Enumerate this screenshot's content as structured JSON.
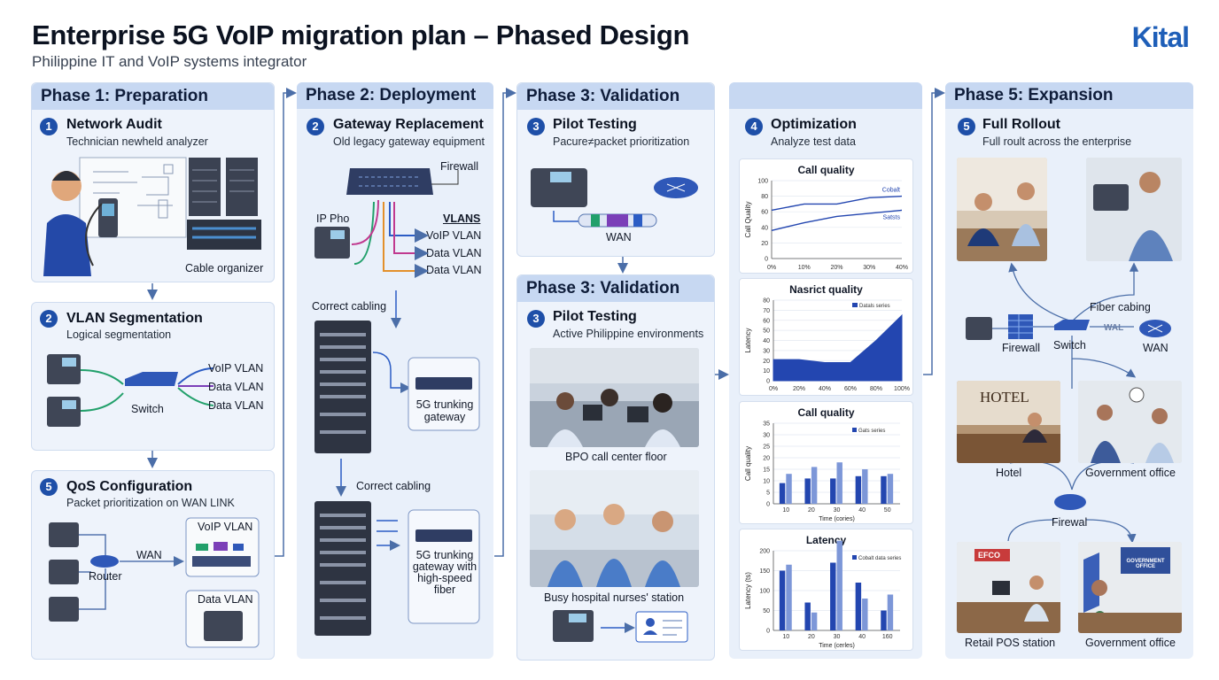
{
  "header": {
    "title": "Enterprise 5G VoIP migration plan – Phased Design",
    "subtitle": "Philippine IT and VoIP systems integrator",
    "logo": "Kital"
  },
  "phase1": {
    "heading": "Phase 1: Preparation",
    "audit": {
      "num": "1",
      "title": "Network Audit",
      "sub": "Technician newheld analyzer",
      "cable_label": "Cable organizer"
    },
    "vlan": {
      "num": "2",
      "title": "VLAN Segmentation",
      "sub": "Logical segmentation",
      "switch": "Switch",
      "voip": "VoIP VLAN",
      "data1": "Data VLAN",
      "data2": "Data VLAN"
    },
    "qos": {
      "num": "5",
      "title": "QoS Configuration",
      "sub": "Packet prioritization on WAN LINK",
      "router": "Router",
      "wan": "WAN",
      "voip_vlan": "VoIP VLAN",
      "data_vlan": "Data VLAN"
    }
  },
  "phase2": {
    "heading": "Phase 2: Deployment",
    "num": "2",
    "title": "Gateway Replacement",
    "sub": "Old legacy gateway equipment",
    "firewall": "Firewall",
    "ip_phone": "IP Pho",
    "vlans_title": "VLANS",
    "vlan_items": [
      "VoIP VLAN",
      "Data VLAN",
      "Data VLAN"
    ],
    "cabling1": "Correct cabling",
    "gw1": "5G trunking gateway",
    "cabling2": "Correct cabling",
    "gw2": "5G trunking gateway with high-speed fiber"
  },
  "phase3a": {
    "heading": "Phase 3: Validation",
    "num": "3",
    "title": "Pilot Testing",
    "sub": "Pacure≠packet prioritization",
    "wan": "WAN"
  },
  "phase3b": {
    "heading": "Phase 3: Validation",
    "num": "3",
    "title": "Pilot Testing",
    "sub": "Active Philippine environments",
    "photo1": "BPO call center floor",
    "photo2": "Busy hospital nurses' station"
  },
  "phase4": {
    "num": "4",
    "title": "Optimization",
    "sub": "Analyze test data"
  },
  "phase5": {
    "heading": "Phase 5: Expansion",
    "num": "5",
    "title": "Full Rollout",
    "sub": "Full roult across the enterprise",
    "fiber": "Fiber cabing",
    "firewall": "Firewall",
    "switch": "Switch",
    "wal": "WAL",
    "wan": "WAN",
    "hotel_sign": "HOTEL",
    "hotel": "Hotel",
    "gov1": "Government office",
    "firewal2": "Firewal",
    "retail": "Retail POS station",
    "gov2": "Government office",
    "retail_sign": "EFCO",
    "gov_sign": "GOVERNMENT OFFICE"
  },
  "chart_data": [
    {
      "type": "line",
      "title": "Call quality",
      "ylabel": "Call Quality",
      "x": [
        "0%",
        "10%",
        "20%",
        "30%",
        "40%"
      ],
      "ylim": [
        0,
        100
      ],
      "yticks": [
        "0",
        "20",
        "40",
        "60",
        "80",
        "100"
      ],
      "series": [
        {
          "name": "Cobalt",
          "values": [
            62,
            70,
            70,
            78,
            80
          ]
        },
        {
          "name": "Satsts",
          "values": [
            36,
            46,
            54,
            58,
            62
          ]
        }
      ]
    },
    {
      "type": "area",
      "title": "Nasrict quality",
      "ylabel": "Latency",
      "x": [
        "0%",
        "20%",
        "40%",
        "60%",
        "80%",
        "100%"
      ],
      "ylim": [
        0,
        80
      ],
      "yticks": [
        "0",
        "10",
        "20",
        "30",
        "40",
        "50",
        "60",
        "70",
        "80"
      ],
      "series": [
        {
          "name": "Datals series",
          "values": [
            21,
            21,
            18,
            18,
            40,
            65
          ]
        }
      ]
    },
    {
      "type": "bar",
      "title": "Call quality",
      "ylabel": "Call quality",
      "xlabel": "Time (cories)",
      "categories": [
        "10",
        "20",
        "30",
        "40",
        "50"
      ],
      "ylim": [
        0,
        35
      ],
      "yticks": [
        "0",
        "5",
        "10",
        "15",
        "20",
        "25",
        "30",
        "35"
      ],
      "series": [
        {
          "name": "Gats series",
          "values": [
            9,
            11,
            11,
            12,
            12
          ]
        },
        {
          "name": "",
          "values": [
            13,
            16,
            18,
            15,
            13
          ]
        }
      ]
    },
    {
      "type": "bar",
      "title": "Latency",
      "ylabel": "Latency (ts)",
      "xlabel": "Time (cerles)",
      "categories": [
        "10",
        "20",
        "30",
        "40",
        "160"
      ],
      "ylim": [
        0,
        200
      ],
      "yticks": [
        "0",
        "50",
        "100",
        "150",
        "200"
      ],
      "series": [
        {
          "name": "Cobalt data series",
          "values": [
            150,
            70,
            170,
            120,
            50
          ]
        },
        {
          "name": "",
          "values": [
            165,
            45,
            225,
            80,
            90
          ]
        }
      ]
    }
  ]
}
